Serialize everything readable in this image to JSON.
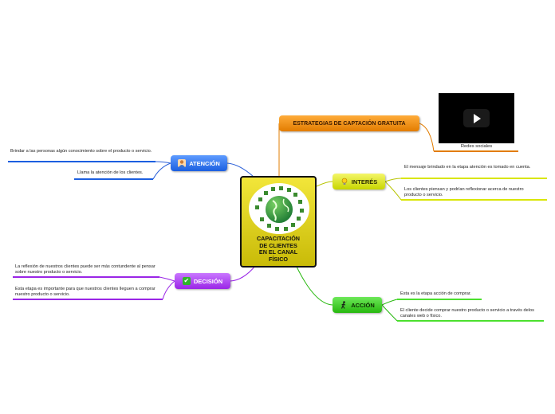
{
  "center": {
    "title": "CAPACITACIÓN\nDE CLIENTES\nEN EL CANAL\nFÍSICO"
  },
  "topics": {
    "atencion": {
      "label": "ATENCIÓN",
      "icon": "person-icon",
      "color": "#1c5fe0",
      "items": [
        "Brindar a las personas algún conocimiento sobre el producto o servicio.",
        "Llama la atención de los clientes."
      ]
    },
    "decision": {
      "label": "DECISIÓN",
      "icon": "checkmark-icon",
      "color": "#9a26e6",
      "items": [
        "La reflexión de nuestros clientes puede ser más contundente al pensar sobre nuestro producto o servicio.",
        "Esta etapa es importante para que nuestros clientes lleguen a comprar  nuestro producto o servicio."
      ]
    },
    "interes": {
      "label": "INTERÉS",
      "icon": "lightbulb-icon",
      "color": "#c8d600",
      "items": [
        "El mensaje brindado en la etapa atención es tomado en cuenta.",
        "Los clientes piensan y podrían reflexionar acerca de nuestro producto o servicio."
      ]
    },
    "accion": {
      "label": "ACCIÓN",
      "icon": "walking-person-icon",
      "color": "#27b80e",
      "items": [
        "Esta es la etapa acción de comprar.",
        "El cliente decide comprar nuestro producto o servicio a través delos canales web o físico."
      ]
    },
    "estrategias": {
      "label": "ESTRATEGIAS DE CAPTACIÓN GRATUITA",
      "color": "#e27c00",
      "video_caption": "Redes sociales"
    }
  }
}
